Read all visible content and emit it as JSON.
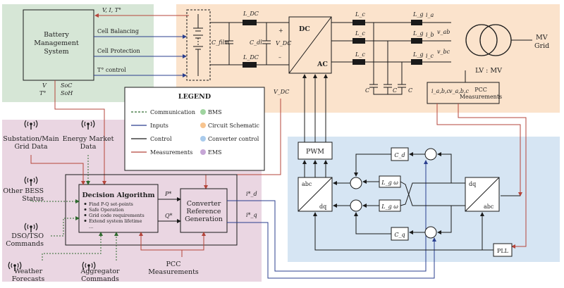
{
  "regions": {
    "bms": {
      "color": "#d6e6d6"
    },
    "circuit": {
      "color": "#fbe3cc"
    },
    "ems": {
      "color": "#ead6e2"
    },
    "control": {
      "color": "#d6e5f3"
    }
  },
  "colors": {
    "communication": "#2f6b2f",
    "inputs": "#2b3f8f",
    "control": "#1a1a1a",
    "measurements": "#b5453b"
  },
  "bms": {
    "title_line1": "Battery",
    "title_line2": "Management",
    "title_line3": "System",
    "v_label": "V",
    "t_label": "T°",
    "soc_label": "SoC",
    "soh_label": "SoH",
    "meas_signal": "V, I, T°",
    "cell_balancing": "Cell Balancing",
    "cell_protection": "Cell Protection",
    "temp_control": "T° control"
  },
  "circuit": {
    "ldc_top": "L_DC",
    "ldc_bot": "L_DC",
    "cfilm": "C_film",
    "cdl": "C_dl",
    "vdc": "V_DC",
    "plus": "+",
    "minus": "–",
    "dc": "DC",
    "ac": "AC",
    "lc1": "L_c",
    "lc2": "L_c",
    "lc3": "L_c",
    "lg1": "L_g",
    "lg2": "L_g",
    "lg3": "L_g",
    "ia": "i_a",
    "ib": "i_b",
    "ic": "i_c",
    "vab": "v_ab",
    "vbc": "v_bc",
    "c1": "C",
    "c2": "C",
    "c3": "C",
    "transformer": "LV : MV",
    "grid_line1": "MV",
    "grid_line2": "Grid",
    "vdc_meas": "V_DC"
  },
  "legend": {
    "title": "LEGEND",
    "items": [
      {
        "label": "Communication",
        "color": "#2f6b2f",
        "dashed": true
      },
      {
        "label": "Inputs",
        "color": "#2b3f8f",
        "dashed": false
      },
      {
        "label": "Control",
        "color": "#1a1a1a",
        "dashed": false
      },
      {
        "label": "Measurements",
        "color": "#b5453b",
        "dashed": false
      }
    ],
    "areas": [
      {
        "label": "BMS",
        "color": "#9fd49f"
      },
      {
        "label": "Circuit Schematic",
        "color": "#f7c48f"
      },
      {
        "label": "Converter control",
        "color": "#a9cbec"
      },
      {
        "label": "EMS",
        "color": "#c6a6d6"
      }
    ]
  },
  "pcc_box": {
    "line1": "PCC",
    "line2": "Measurements",
    "iabc": "i_a,b,c",
    "vabc": "v_a,b,c"
  },
  "ems": {
    "inputs": [
      {
        "line1": "Substation/Main",
        "line2": "Grid Data"
      },
      {
        "line1": "Energy Market",
        "line2": "Data"
      },
      {
        "line1": "Other BESS",
        "line2": "Status"
      },
      {
        "line1": "DSO/TSO",
        "line2": "Commands"
      },
      {
        "line1": "Weather",
        "line2": "Forecasts"
      },
      {
        "line1": "Aggregator",
        "line2": "Commands"
      }
    ],
    "pcc_line1": "PCC",
    "pcc_line2": "Measurements",
    "decision_title": "Decision Algorithm",
    "bullets": [
      "Find P-Q set-points",
      "Safe Operation",
      "Grid code requirements",
      "Extend system lifetime",
      "..."
    ],
    "p_ref": "P*",
    "q_ref": "Q*",
    "crg_line1": "Converter",
    "crg_line2": "Reference",
    "crg_line3": "Generation",
    "id_ref": "i*_d",
    "iq_ref": "i*_q"
  },
  "control": {
    "pwm": "PWM",
    "cd": "C_d",
    "cq": "C_q",
    "lgw_top": "L_g ω",
    "lgw_bot": "L_g ω",
    "abc": "abc",
    "dq": "dq",
    "pll": "PLL"
  }
}
